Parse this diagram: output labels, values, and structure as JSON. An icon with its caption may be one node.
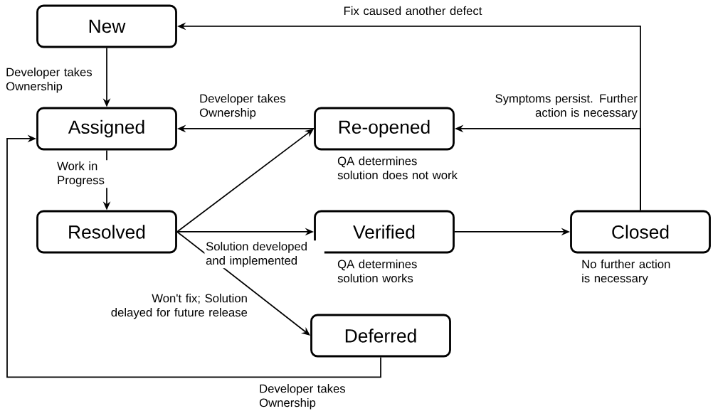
{
  "diagram": {
    "nodes": [
      {
        "text": [
          "New"
        ]
      },
      {
        "text": [
          "Assigned"
        ]
      },
      {
        "text": [
          "Re-opened"
        ],
        "beside": [
          "QA determines solution does not work"
        ]
      },
      {
        "text": [
          "Resolved"
        ]
      },
      {
        "text": [
          "Verified"
        ],
        "beside": [
          "QA determines solution works"
        ]
      },
      {
        "text": [
          "Closed"
        ],
        "beside": [
          "No further action is necessary"
        ]
      },
      {
        "text": [
          "Deferred"
        ]
      }
    ],
    "edges": [
      {
        "from": 0,
        "to": 1,
        "arrow": "to",
        "label": "Developer takes Ownership"
      },
      {
        "from": 1,
        "to": 3,
        "arrow": "to",
        "label": "Work in Progress"
      },
      {
        "from": 2,
        "to": 1,
        "arrow": "to",
        "label": "Developer takes Ownership"
      },
      {
        "from": 3,
        "to": 2,
        "arrow": "to"
      },
      {
        "from": 3,
        "to": 4,
        "arrow": "to",
        "label": "Solution developed and implemented"
      },
      {
        "from": 3,
        "to": 6,
        "arrow": "to",
        "label": "Won't fix; Solution delayed for future release"
      },
      {
        "from": 4,
        "to": 5,
        "arrow": "to"
      },
      {
        "from": 5,
        "to": 2,
        "arrow": "to",
        "label": "Symptoms persist. Further action is necessary"
      },
      {
        "from": 5,
        "to": 0,
        "arrow": "to",
        "label": "Fix caused another defect"
      },
      {
        "from": 6,
        "to": 1,
        "arrow": "to",
        "label": "Developer takes Ownership"
      }
    ]
  }
}
